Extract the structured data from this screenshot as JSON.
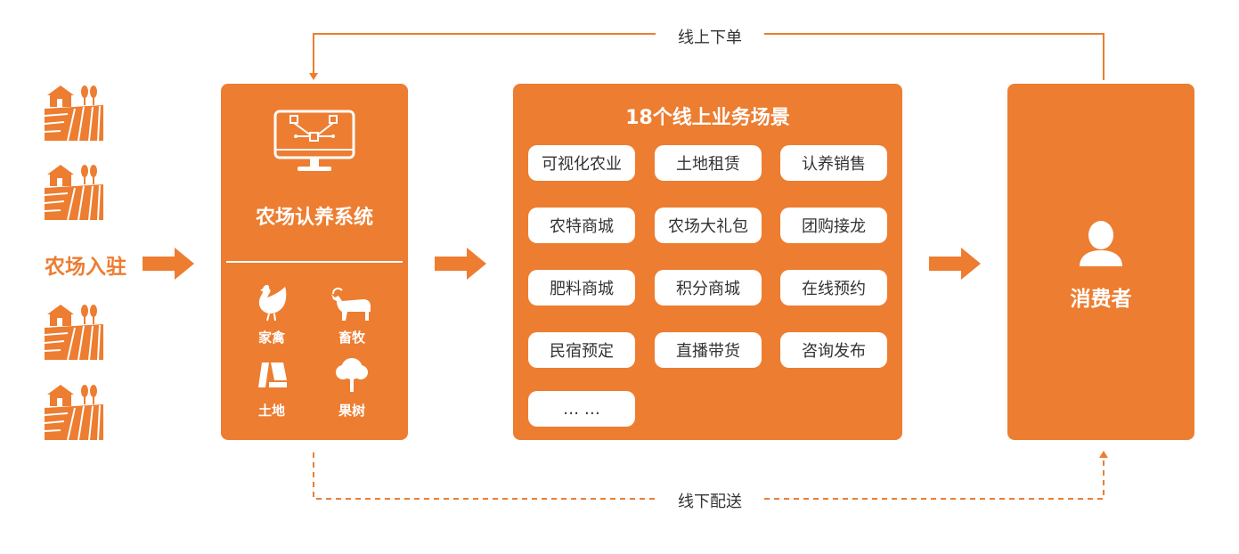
{
  "colors": {
    "accent": "#ED7D31",
    "text": "#333333",
    "background": "#FFFFFF"
  },
  "left": {
    "label": "农场入驻",
    "farm_icon_name": "farm-icon"
  },
  "system_box": {
    "title": "农场认养系统",
    "monitor_icon_name": "monitor-design-icon",
    "categories": [
      {
        "label": "家禽",
        "icon": "chicken-icon"
      },
      {
        "label": "畜牧",
        "icon": "goat-icon"
      },
      {
        "label": "土地",
        "icon": "land-icon"
      },
      {
        "label": "果树",
        "icon": "tree-icon"
      }
    ]
  },
  "scenes_box": {
    "title": "18个线上业务场景",
    "items": [
      "可视化农业",
      "土地租赁",
      "认养销售",
      "农特商城",
      "农场大礼包",
      "团购接龙",
      "肥料商城",
      "积分商城",
      "在线预约",
      "民宿预定",
      "直播带货",
      "咨询发布",
      "… …"
    ]
  },
  "consumer_box": {
    "title": "消费者",
    "icon": "user-icon"
  },
  "flows": {
    "online_order": "线上下单",
    "offline_delivery": "线下配送"
  }
}
